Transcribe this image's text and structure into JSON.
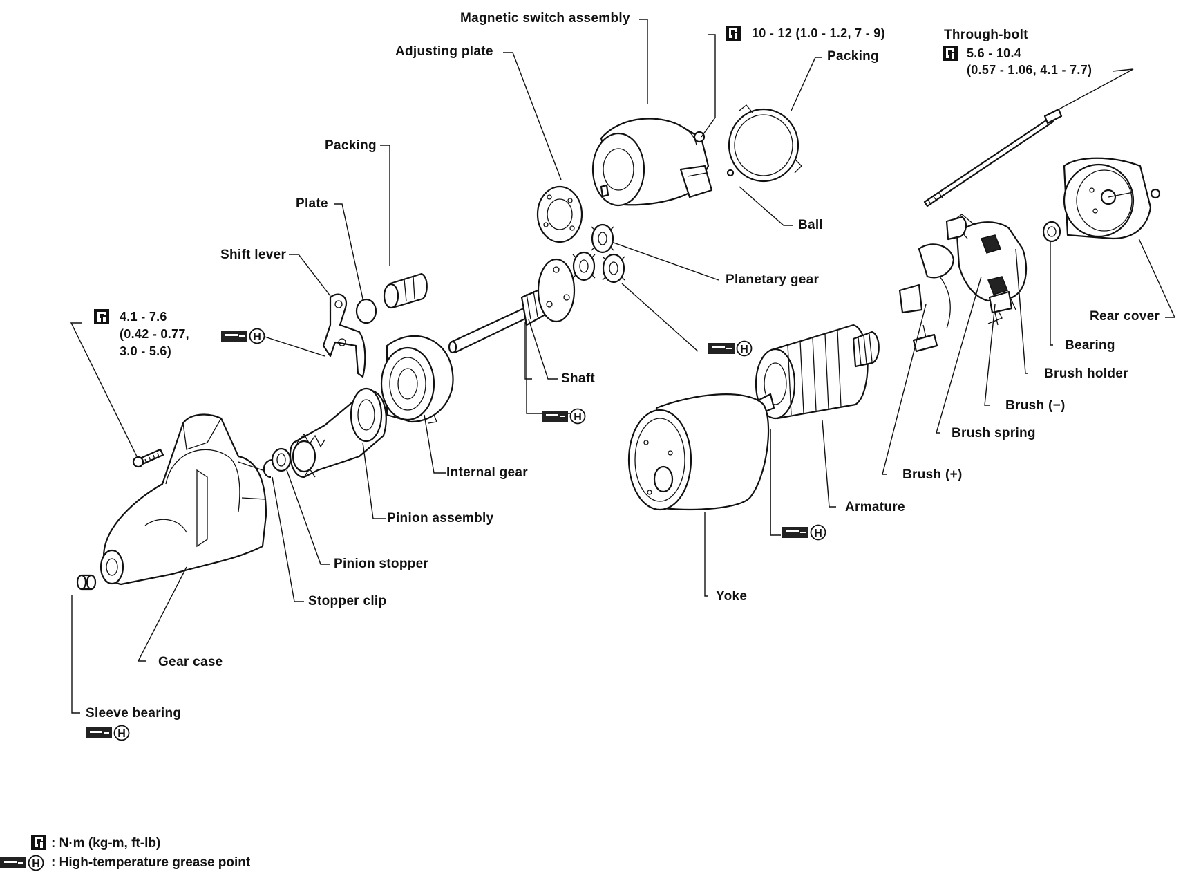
{
  "labels": {
    "magnetic_switch": "Magnetic switch assembly",
    "adjusting_plate": "Adjusting plate",
    "packing_top": "Packing",
    "packing_left": "Packing",
    "plate": "Plate",
    "shift_lever": "Shift lever",
    "ball": "Ball",
    "planetary_gear": "Planetary gear",
    "shaft": "Shaft",
    "internal_gear": "Internal gear",
    "pinion_assembly": "Pinion assembly",
    "pinion_stopper": "Pinion stopper",
    "stopper_clip": "Stopper clip",
    "gear_case": "Gear case",
    "sleeve_bearing": "Sleeve bearing",
    "yoke": "Yoke",
    "armature": "Armature",
    "brush_plus": "Brush (+)",
    "brush_spring": "Brush spring",
    "brush_minus": "Brush (−)",
    "brush_holder": "Brush holder",
    "bearing": "Bearing",
    "rear_cover": "Rear cover",
    "through_bolt": "Through-bolt"
  },
  "torques": {
    "magnetic_switch": "10 - 12 (1.0 - 1.2, 7 - 9)",
    "through_bolt_1": "5.6 - 10.4",
    "through_bolt_2": "(0.57 - 1.06, 4.1 - 7.7)",
    "gear_case_1": "4.1 - 7.6",
    "gear_case_2": "(0.42 - 0.77,",
    "gear_case_3": "3.0 - 5.6)"
  },
  "legend": {
    "torque": ": N·m (kg-m, ft-lb)",
    "grease": ": High-temperature grease point"
  },
  "icons": {
    "torque": "torque-wrench-icon",
    "grease": "grease-point-icon",
    "grease_letter": "H"
  }
}
